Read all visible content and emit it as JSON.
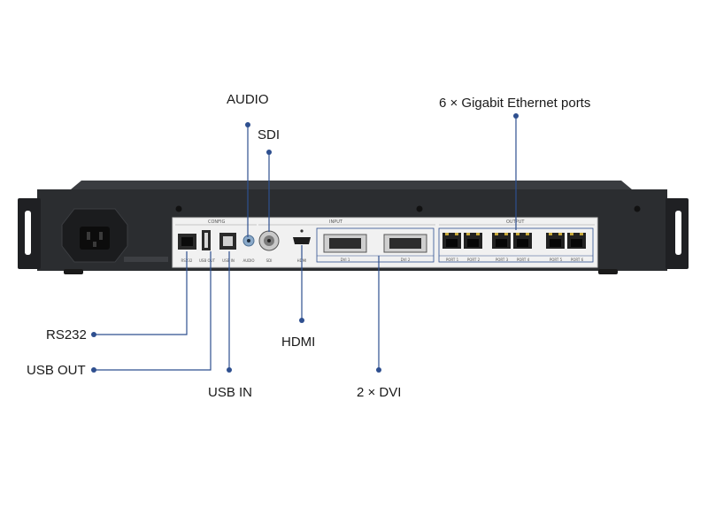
{
  "callouts": {
    "audio": "AUDIO",
    "sdi": "SDI",
    "ethernet": "6 × Gigabit Ethernet ports",
    "rs232": "RS232",
    "usb_out": "USB OUT",
    "usb_in": "USB IN",
    "hdmi": "HDMI",
    "dvi": "2 × DVI"
  },
  "panel": {
    "config": "CONFIG",
    "input": "INPUT",
    "output": "OUTPUT",
    "port_labels": [
      "RS232",
      "USB OUT",
      "USB IN",
      "AUDIO",
      "SDI",
      "HDMI"
    ],
    "dvi_labels": [
      "DVI 1",
      "DVI 2"
    ],
    "eth_labels": [
      "PORT 1",
      "PORT 2",
      "PORT 3",
      "PORT 4",
      "PORT 5",
      "PORT 6"
    ]
  },
  "colors": {
    "chassis": "#2b2d30",
    "panel": "#f1f1f1",
    "leader": "#2e4f8f"
  }
}
